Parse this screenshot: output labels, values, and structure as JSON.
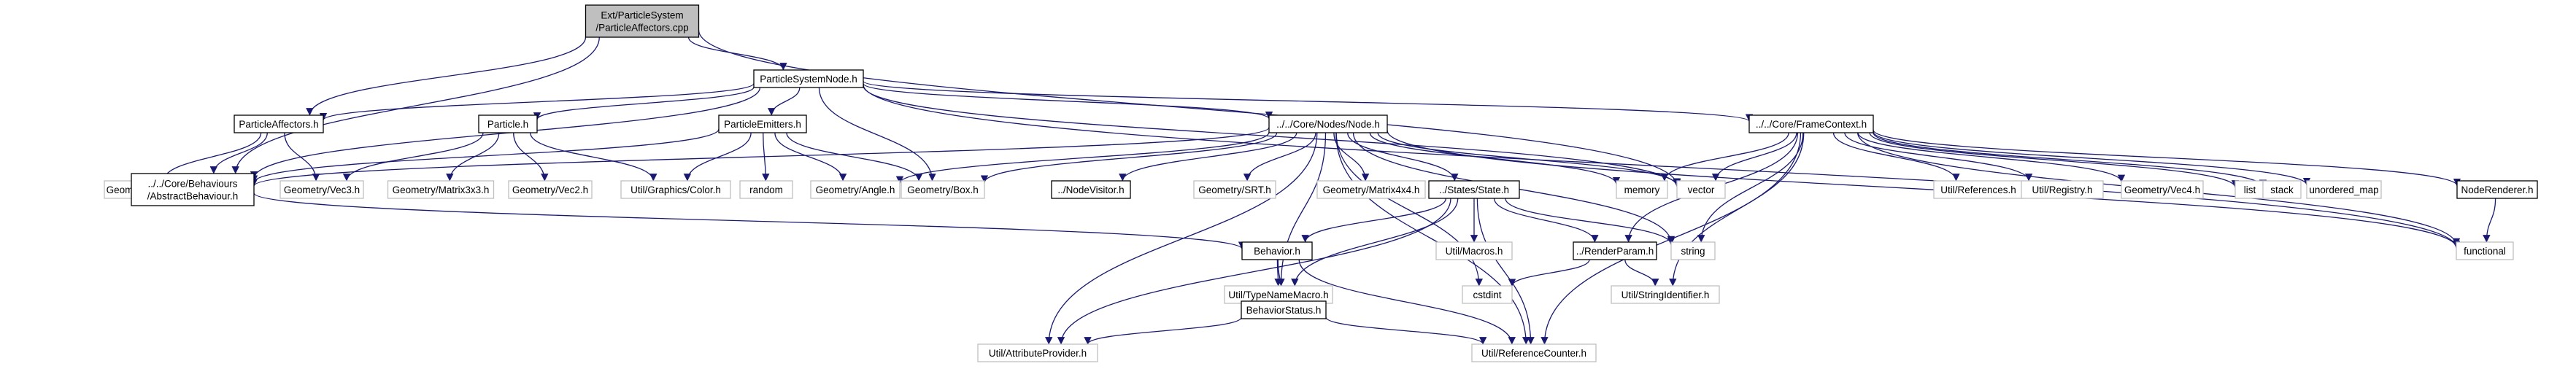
{
  "colors": {
    "root_fill": "#bfbfbf",
    "node_fill": "#ffffff",
    "documented_border": "#000000",
    "undocumented_border": "#bfbfbf",
    "edge": "#191970",
    "external_edge": "#a9a9a9"
  },
  "nodes": [
    {
      "id": "root",
      "lines": [
        "Ext/ParticleSystem",
        "/ParticleAffectors.cpp"
      ],
      "style": "root"
    },
    {
      "id": "psnode",
      "lines": [
        "ParticleSystemNode.h"
      ],
      "style": "documented"
    },
    {
      "id": "paff",
      "lines": [
        "ParticleAffectors.h"
      ],
      "style": "documented"
    },
    {
      "id": "particle",
      "lines": [
        "Particle.h"
      ],
      "style": "documented"
    },
    {
      "id": "pemit",
      "lines": [
        "ParticleEmitters.h"
      ],
      "style": "documented"
    },
    {
      "id": "nodeh",
      "lines": [
        "../../Core/Nodes/Node.h"
      ],
      "style": "documented"
    },
    {
      "id": "fctx",
      "lines": [
        "../../Core/FrameContext.h"
      ],
      "style": "documented"
    },
    {
      "id": "plane",
      "lines": [
        "Geometry/Plane.h"
      ],
      "style": "external"
    },
    {
      "id": "absb",
      "lines": [
        "../../Core/Behaviours",
        "/AbstractBehaviour.h"
      ],
      "style": "documented"
    },
    {
      "id": "vec3",
      "lines": [
        "Geometry/Vec3.h"
      ],
      "style": "external"
    },
    {
      "id": "mat3",
      "lines": [
        "Geometry/Matrix3x3.h"
      ],
      "style": "external"
    },
    {
      "id": "vec2",
      "lines": [
        "Geometry/Vec2.h"
      ],
      "style": "external"
    },
    {
      "id": "color",
      "lines": [
        "Util/Graphics/Color.h"
      ],
      "style": "external"
    },
    {
      "id": "random",
      "lines": [
        "random"
      ],
      "style": "external"
    },
    {
      "id": "angle",
      "lines": [
        "Geometry/Angle.h"
      ],
      "style": "external"
    },
    {
      "id": "box",
      "lines": [
        "Geometry/Box.h"
      ],
      "style": "external"
    },
    {
      "id": "nvisit",
      "lines": [
        "../NodeVisitor.h"
      ],
      "style": "documented"
    },
    {
      "id": "srt",
      "lines": [
        "Geometry/SRT.h"
      ],
      "style": "external"
    },
    {
      "id": "mat4",
      "lines": [
        "Geometry/Matrix4x4.h"
      ],
      "style": "external"
    },
    {
      "id": "state",
      "lines": [
        "../States/State.h"
      ],
      "style": "documented"
    },
    {
      "id": "memory",
      "lines": [
        "memory"
      ],
      "style": "external"
    },
    {
      "id": "vector",
      "lines": [
        "vector"
      ],
      "style": "external"
    },
    {
      "id": "utilref",
      "lines": [
        "Util/References.h"
      ],
      "style": "external"
    },
    {
      "id": "registry",
      "lines": [
        "Util/Registry.h"
      ],
      "style": "external"
    },
    {
      "id": "vec4",
      "lines": [
        "Geometry/Vec4.h"
      ],
      "style": "external"
    },
    {
      "id": "list",
      "lines": [
        "list"
      ],
      "style": "external"
    },
    {
      "id": "stack",
      "lines": [
        "stack"
      ],
      "style": "external"
    },
    {
      "id": "umap",
      "lines": [
        "unordered_map"
      ],
      "style": "external"
    },
    {
      "id": "nrend",
      "lines": [
        "NodeRenderer.h"
      ],
      "style": "documented"
    },
    {
      "id": "behav",
      "lines": [
        "Behavior.h"
      ],
      "style": "documented"
    },
    {
      "id": "macros",
      "lines": [
        "Util/Macros.h"
      ],
      "style": "external"
    },
    {
      "id": "rparam",
      "lines": [
        "../RenderParam.h"
      ],
      "style": "documented"
    },
    {
      "id": "string",
      "lines": [
        "string"
      ],
      "style": "external"
    },
    {
      "id": "functional",
      "lines": [
        "functional"
      ],
      "style": "external"
    },
    {
      "id": "tnm",
      "lines": [
        "Util/TypeNameMacro.h"
      ],
      "style": "external"
    },
    {
      "id": "bstat",
      "lines": [
        "BehaviorStatus.h"
      ],
      "style": "documented"
    },
    {
      "id": "cstdint",
      "lines": [
        "cstdint"
      ],
      "style": "external"
    },
    {
      "id": "strid",
      "lines": [
        "Util/StringIdentifier.h"
      ],
      "style": "external"
    },
    {
      "id": "attrp",
      "lines": [
        "Util/AttributeProvider.h"
      ],
      "style": "external"
    },
    {
      "id": "refc",
      "lines": [
        "Util/ReferenceCounter.h"
      ],
      "style": "external"
    }
  ],
  "edges": [
    [
      "root",
      "psnode"
    ],
    [
      "root",
      "paff"
    ],
    [
      "root",
      "absb"
    ],
    [
      "root",
      "vector"
    ],
    [
      "psnode",
      "paff"
    ],
    [
      "psnode",
      "particle"
    ],
    [
      "psnode",
      "pemit"
    ],
    [
      "psnode",
      "nodeh"
    ],
    [
      "psnode",
      "fctx"
    ],
    [
      "psnode",
      "absb"
    ],
    [
      "psnode",
      "box"
    ],
    [
      "psnode",
      "vector"
    ],
    [
      "psnode",
      "functional"
    ],
    [
      "paff",
      "plane"
    ],
    [
      "paff",
      "absb"
    ],
    [
      "paff",
      "vec3"
    ],
    [
      "particle",
      "vec3"
    ],
    [
      "particle",
      "mat3"
    ],
    [
      "particle",
      "vec2"
    ],
    [
      "particle",
      "color"
    ],
    [
      "pemit",
      "absb"
    ],
    [
      "pemit",
      "color"
    ],
    [
      "pemit",
      "random"
    ],
    [
      "pemit",
      "angle"
    ],
    [
      "pemit",
      "box"
    ],
    [
      "nodeh",
      "absb"
    ],
    [
      "nodeh",
      "angle"
    ],
    [
      "nodeh",
      "box"
    ],
    [
      "nodeh",
      "nvisit"
    ],
    [
      "nodeh",
      "srt"
    ],
    [
      "nodeh",
      "mat4"
    ],
    [
      "nodeh",
      "state"
    ],
    [
      "nodeh",
      "memory"
    ],
    [
      "nodeh",
      "vector"
    ],
    [
      "nodeh",
      "string"
    ],
    [
      "nodeh",
      "functional"
    ],
    [
      "nodeh",
      "tnm"
    ],
    [
      "nodeh",
      "cstdint"
    ],
    [
      "nodeh",
      "attrp"
    ],
    [
      "nodeh",
      "refc"
    ],
    [
      "fctx",
      "vector"
    ],
    [
      "fctx",
      "memory"
    ],
    [
      "fctx",
      "string"
    ],
    [
      "fctx",
      "utilref"
    ],
    [
      "fctx",
      "registry"
    ],
    [
      "fctx",
      "vec4"
    ],
    [
      "fctx",
      "list"
    ],
    [
      "fctx",
      "stack"
    ],
    [
      "fctx",
      "umap"
    ],
    [
      "fctx",
      "nrend"
    ],
    [
      "fctx",
      "functional"
    ],
    [
      "fctx",
      "rparam"
    ],
    [
      "fctx",
      "strid"
    ],
    [
      "fctx",
      "refc"
    ],
    [
      "nrend",
      "functional"
    ],
    [
      "absb",
      "behav"
    ],
    [
      "state",
      "behav"
    ],
    [
      "state",
      "macros"
    ],
    [
      "state",
      "rparam"
    ],
    [
      "state",
      "string"
    ],
    [
      "state",
      "tnm"
    ],
    [
      "state",
      "attrp"
    ],
    [
      "state",
      "refc"
    ],
    [
      "behav",
      "tnm"
    ],
    [
      "behav",
      "bstat"
    ],
    [
      "behav",
      "refc"
    ],
    [
      "bstat",
      "attrp"
    ],
    [
      "bstat",
      "refc"
    ],
    [
      "rparam",
      "cstdint"
    ],
    [
      "rparam",
      "strid"
    ]
  ]
}
